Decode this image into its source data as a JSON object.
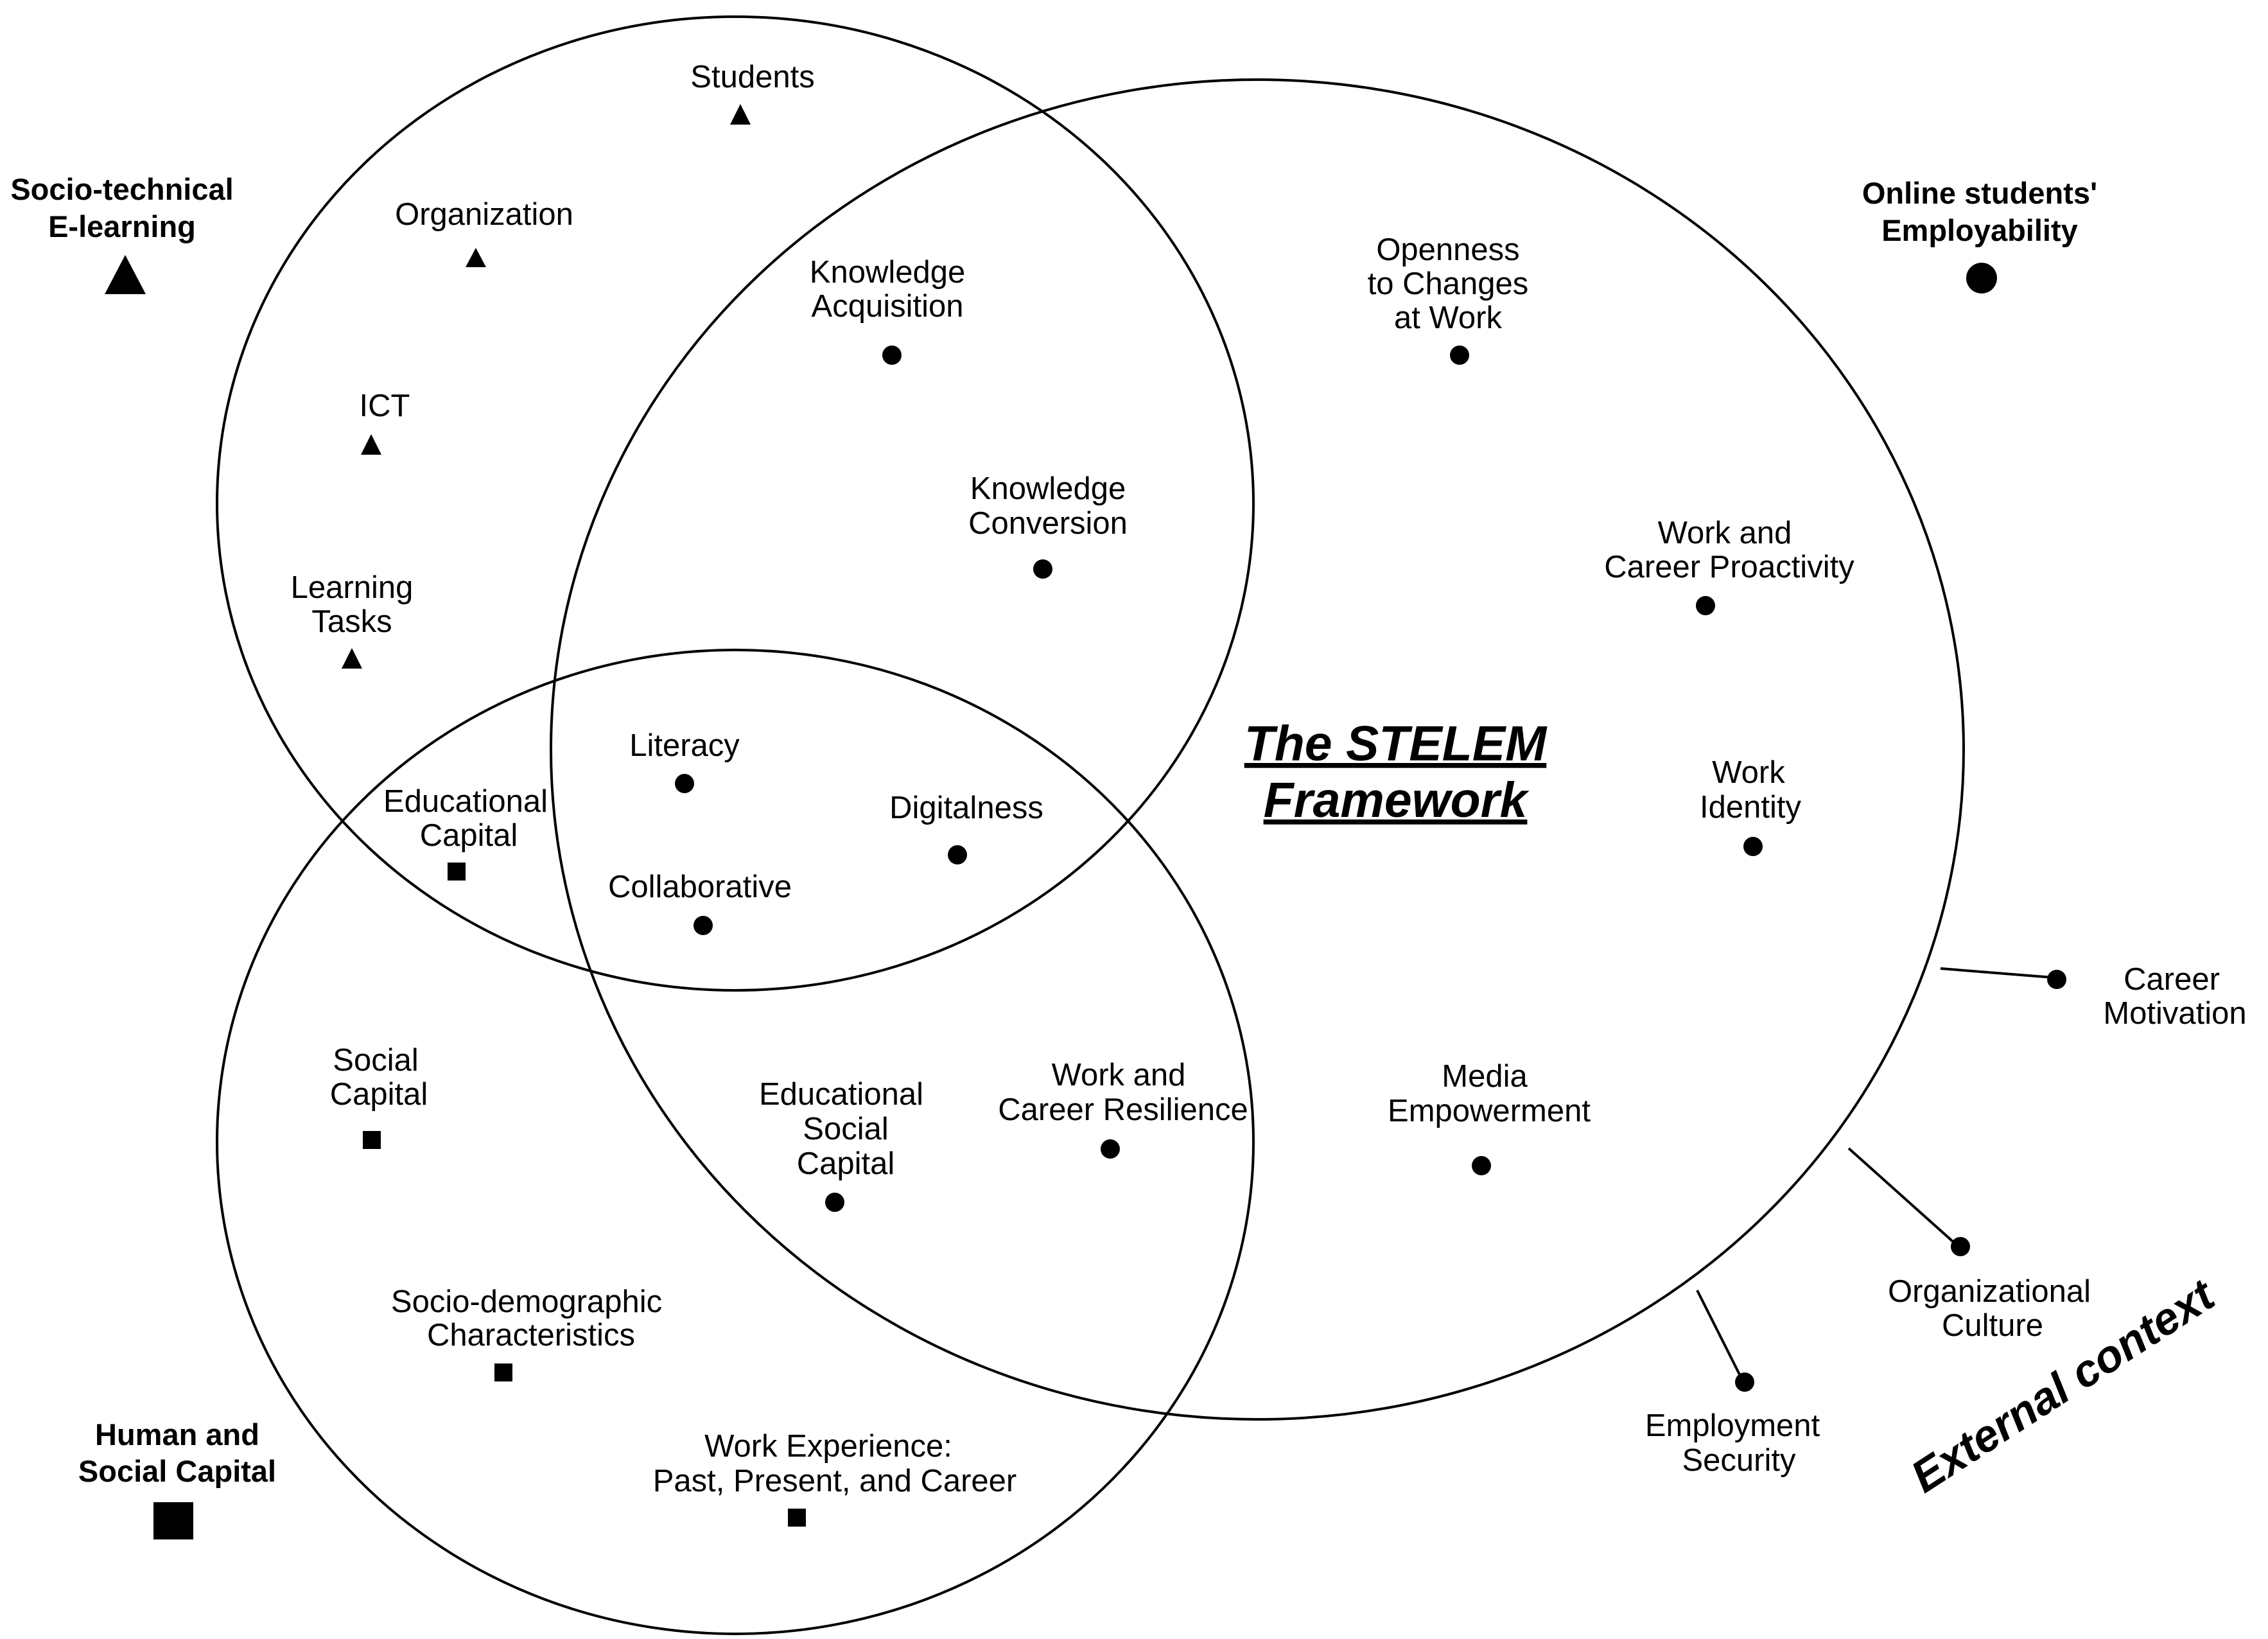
{
  "title": {
    "line1": "The STELEM",
    "line2": "Framework"
  },
  "legend": {
    "elearning": {
      "line1": "Socio-technical",
      "line2": "E-learning",
      "icon": "triangle"
    },
    "employability": {
      "line1": "Online students'",
      "line2": "Employability",
      "icon": "circle"
    },
    "capital": {
      "line1": "Human and",
      "line2": "Social Capital",
      "icon": "square"
    }
  },
  "items": {
    "students": {
      "lines": [
        "Students"
      ],
      "marker": "triangle"
    },
    "organization": {
      "lines": [
        "Organization"
      ],
      "marker": "triangle"
    },
    "ict": {
      "lines": [
        "ICT"
      ],
      "marker": "triangle"
    },
    "learning_tasks": {
      "lines": [
        "Learning",
        "Tasks"
      ],
      "marker": "triangle"
    },
    "knowledge_acquisition": {
      "lines": [
        "Knowledge",
        "Acquisition"
      ],
      "marker": "circle"
    },
    "knowledge_conversion": {
      "lines": [
        "Knowledge",
        "Conversion"
      ],
      "marker": "circle"
    },
    "openness": {
      "lines": [
        "Openness",
        "to Changes",
        "at Work"
      ],
      "marker": "circle"
    },
    "proactivity": {
      "lines": [
        "Work and",
        "Career Proactivity"
      ],
      "marker": "circle"
    },
    "work_identity": {
      "lines": [
        "Work",
        "Identity"
      ],
      "marker": "circle"
    },
    "literacy": {
      "lines": [
        "Literacy"
      ],
      "marker": "circle"
    },
    "digitalness": {
      "lines": [
        "Digitalness"
      ],
      "marker": "circle"
    },
    "collaborative": {
      "lines": [
        "Collaborative"
      ],
      "marker": "circle"
    },
    "educational_capital": {
      "lines": [
        "Educational",
        "Capital"
      ],
      "marker": "square"
    },
    "social_capital": {
      "lines": [
        "Social",
        "Capital"
      ],
      "marker": "square"
    },
    "educational_social_capital": {
      "lines": [
        "Educational",
        "Social",
        "Capital"
      ],
      "marker": "circle"
    },
    "resilience": {
      "lines": [
        "Work and",
        "Career Resilience"
      ],
      "marker": "circle"
    },
    "media_empowerment": {
      "lines": [
        "Media",
        "Empowerment"
      ],
      "marker": "circle"
    },
    "socio_demographic": {
      "lines": [
        "Socio-demographic",
        "Characteristics"
      ],
      "marker": "square"
    },
    "work_experience": {
      "lines": [
        "Work Experience:",
        "Past, Present, and Career"
      ],
      "marker": "square"
    }
  },
  "external": {
    "label": "External context",
    "items": {
      "career_motivation": {
        "lines": [
          "Career",
          "Motivation"
        ]
      },
      "organizational_culture": {
        "lines": [
          "Organizational",
          "Culture"
        ]
      },
      "employment_security": {
        "lines": [
          "Employment",
          "Security"
        ]
      }
    }
  }
}
